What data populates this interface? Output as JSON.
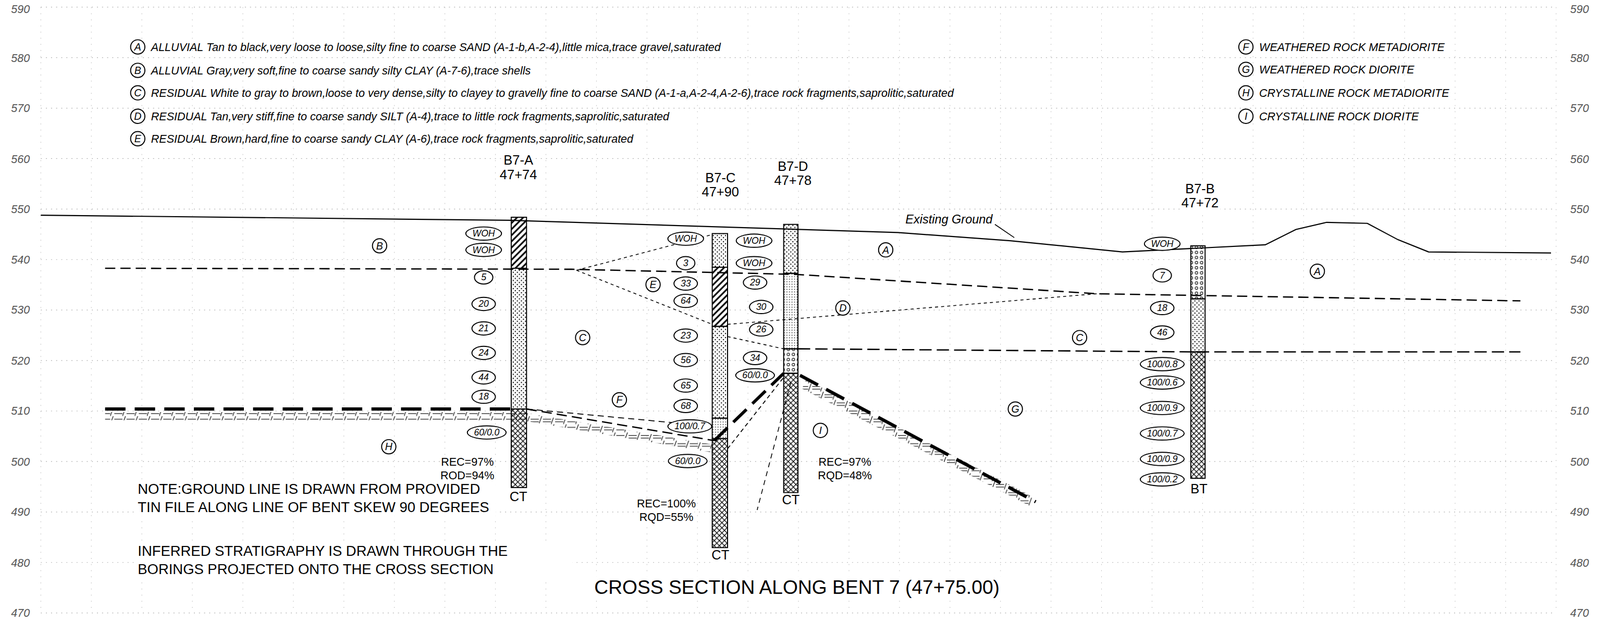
{
  "diagram": {
    "title": "CROSS SECTION ALONG BENT 7 (47+75.00)",
    "nodes": [
      {
        "text": [
          "A"
        ]
      },
      {
        "text": [
          "B"
        ]
      },
      {
        "text": [
          "C"
        ]
      },
      {
        "text": [
          "D"
        ]
      },
      {
        "text": [
          "E"
        ]
      },
      {
        "text": [
          "F"
        ]
      },
      {
        "text": [
          "G"
        ]
      },
      {
        "text": [
          "H"
        ]
      },
      {
        "text": [
          "I"
        ]
      },
      {
        "text": [
          "B"
        ]
      },
      {
        "text": [
          "A"
        ]
      },
      {
        "text": [
          "E"
        ]
      },
      {
        "text": [
          "A"
        ]
      },
      {
        "text": [
          "D"
        ]
      },
      {
        "text": [
          "C"
        ]
      },
      {
        "text": [
          "C"
        ]
      },
      {
        "text": [
          "F"
        ]
      },
      {
        "text": [
          "G"
        ]
      },
      {
        "text": [
          "I"
        ]
      },
      {
        "text": [
          "H"
        ]
      },
      {
        "text": [
          "WOH"
        ]
      },
      {
        "text": [
          "WOH"
        ]
      },
      {
        "text": [
          "5"
        ]
      },
      {
        "text": [
          "20"
        ]
      },
      {
        "text": [
          "21"
        ]
      },
      {
        "text": [
          "24"
        ]
      },
      {
        "text": [
          "44"
        ]
      },
      {
        "text": [
          "18"
        ]
      },
      {
        "text": [
          "60/0.0"
        ]
      },
      {
        "text": [
          "WOH"
        ]
      },
      {
        "text": [
          "3"
        ]
      },
      {
        "text": [
          "33"
        ]
      },
      {
        "text": [
          "64"
        ]
      },
      {
        "text": [
          "23"
        ]
      },
      {
        "text": [
          "56"
        ]
      },
      {
        "text": [
          "65"
        ]
      },
      {
        "text": [
          "68"
        ]
      },
      {
        "text": [
          "100/0.7"
        ]
      },
      {
        "text": [
          "60/0.0"
        ]
      },
      {
        "text": [
          "WOH"
        ]
      },
      {
        "text": [
          "WOH"
        ]
      },
      {
        "text": [
          "29"
        ]
      },
      {
        "text": [
          "30"
        ]
      },
      {
        "text": [
          "26"
        ]
      },
      {
        "text": [
          "34"
        ]
      },
      {
        "text": [
          "60/0.0"
        ]
      },
      {
        "text": [
          "WOH"
        ]
      },
      {
        "text": [
          "7"
        ]
      },
      {
        "text": [
          "18"
        ]
      },
      {
        "text": [
          "46"
        ]
      },
      {
        "text": [
          "100/0.8"
        ]
      },
      {
        "text": [
          "100/0.6"
        ]
      },
      {
        "text": [
          "100/0.9"
        ]
      },
      {
        "text": [
          "100/0.7"
        ]
      },
      {
        "text": [
          "100/0.9"
        ]
      },
      {
        "text": [
          "100/0.2"
        ]
      }
    ],
    "labels": [
      "590",
      "580",
      "570",
      "560",
      "550",
      "540",
      "530",
      "520",
      "510",
      "500",
      "490",
      "480",
      "470",
      "590",
      "580",
      "570",
      "560",
      "550",
      "540",
      "530",
      "520",
      "510",
      "500",
      "490",
      "480",
      "470",
      "B7-A",
      "47+74",
      "B7-C",
      "47+90",
      "B7-D",
      "47+78",
      "B7-B",
      "47+72",
      "Existing Ground",
      "REC=97%",
      "RQD=94%",
      "CT",
      "REC=100%",
      "RQD=55%",
      "CT",
      "CT",
      "REC=97%",
      "RQD=48%",
      "BT",
      "NOTE:GROUND LINE IS DRAWN FROM PROVIDED TIN FILE ALONG LINE OF BENT SKEW 90 DEGREES",
      "INFERRED STRATIGRAPHY IS DRAWN THROUGH THE BORINGS PROJECTED ONTO THE CROSS SECTION"
    ],
    "legend": [
      {
        "text": "ALLUVIAL Tan to black,very loose to loose,silty fine to coarse SAND (A-1-b,A-2-4),little mica,trace gravel,saturated"
      },
      {
        "text": "ALLUVIAL Gray,very soft,fine to coarse sandy silty CLAY (A-7-6),trace shells"
      },
      {
        "text": "RESIDUAL White to gray to brown,loose to very dense,silty to clayey to gravelly fine to coarse SAND (A-1-a,A-2-4,A-2-6),trace rock fragments,saprolitic,saturated"
      },
      {
        "text": "RESIDUAL Tan,very stiff,fine to coarse sandy SILT (A-4),trace to little rock fragments,saprolitic,saturated"
      },
      {
        "text": "RESIDUAL Brown,hard,fine to coarse sandy CLAY (A-6),trace rock fragments,saprolitic,saturated"
      },
      {
        "text": "WEATHERED ROCK METADIORITE"
      },
      {
        "text": "WEATHERED ROCK DIORITE"
      },
      {
        "text": "CRYSTALLINE ROCK METADIORITE"
      },
      {
        "text": "CRYSTALLINE ROCK DIORITE"
      }
    ]
  }
}
